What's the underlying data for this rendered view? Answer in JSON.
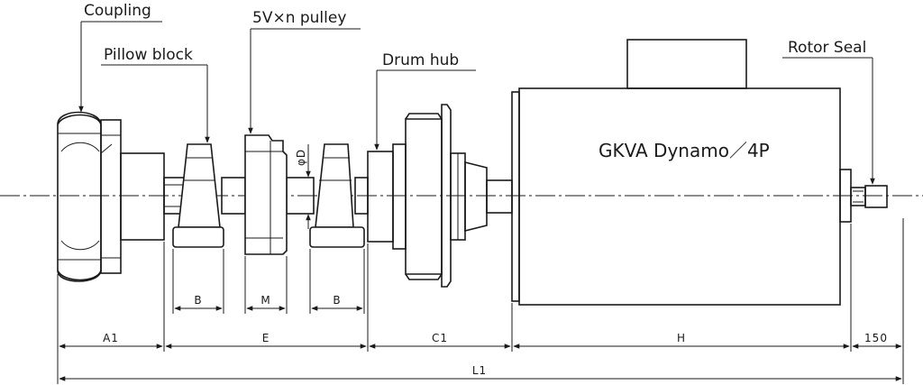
{
  "callouts": {
    "coupling": "Coupling",
    "pulley": "5V×n pulley",
    "pillow_block": "Pillow block",
    "drum_hub": "Drum hub",
    "rotor_seal": "Rotor Seal"
  },
  "motor_label": "GKVA Dynamo／4P",
  "shaft_dia_label": "φD",
  "dimensions": {
    "b_left": "B",
    "m": "M",
    "b_right": "B",
    "a1": "A1",
    "e": "E",
    "c1": "C1",
    "h": "H",
    "d150": "150",
    "l1": "L1"
  }
}
